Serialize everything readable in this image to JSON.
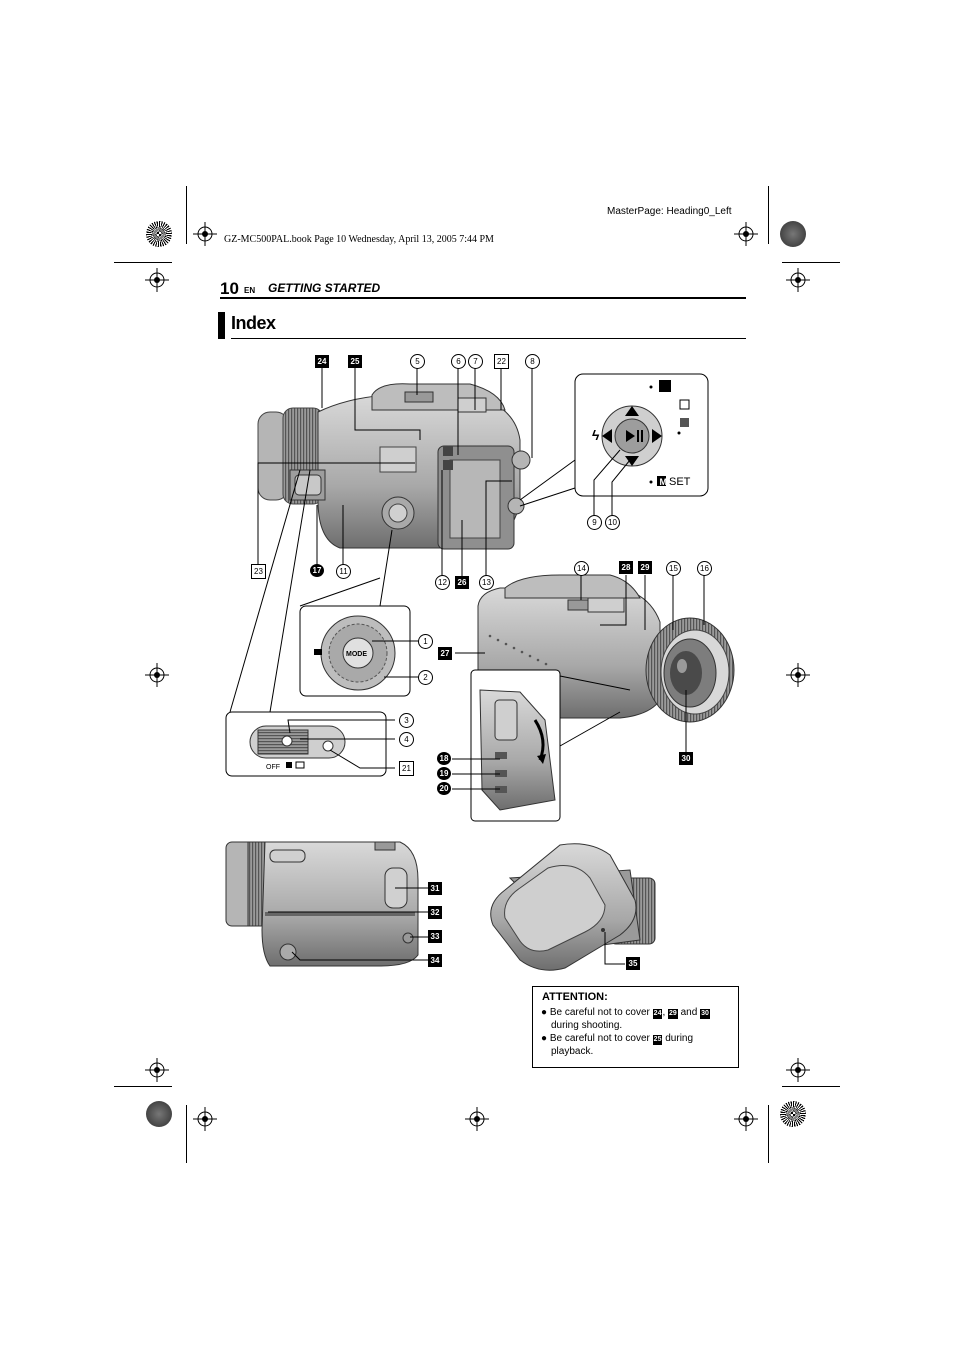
{
  "header": {
    "masterpage": "MasterPage: Heading0_Left",
    "book_line": "GZ-MC500PAL.book  Page 10  Wednesday, April 13, 2005  7:44 PM",
    "page_number": "10",
    "lang": "EN",
    "section": "GETTING STARTED"
  },
  "title": "Index",
  "callouts": {
    "c1": "1",
    "c2": "2",
    "c3": "3",
    "c4": "4",
    "c5": "5",
    "c6": "6",
    "c7": "7",
    "c8": "8",
    "c9": "9",
    "c10": "10",
    "c11": "11",
    "c12": "12",
    "c13": "13",
    "c14": "14",
    "c15": "15",
    "c16": "16",
    "c17": "17",
    "c18": "18",
    "c19": "19",
    "c20": "20",
    "c21": "21",
    "c22": "22",
    "c23": "23",
    "c24": "24",
    "c25": "25",
    "c26": "26",
    "c27": "27",
    "c28": "28",
    "c29": "29",
    "c30": "30",
    "c31": "31",
    "c32": "32",
    "c33": "33",
    "c34": "34",
    "c35": "35"
  },
  "diagram_text": {
    "mode": "MODE",
    "set": "SET",
    "m_key": "M",
    "off": "OFF"
  },
  "attention": {
    "heading": "ATTENTION:",
    "b1_a": "Be careful not to cover",
    "b1_sep": ",",
    "b1_and": "and",
    "b1_b": "during shooting.",
    "b2_a": "Be careful not to cover",
    "b2_b": "during",
    "b2_c": "playback."
  },
  "colors": {
    "ink": "#000000",
    "camera_gray": "#8a8a8a",
    "camera_light": "#c8c8c8"
  }
}
